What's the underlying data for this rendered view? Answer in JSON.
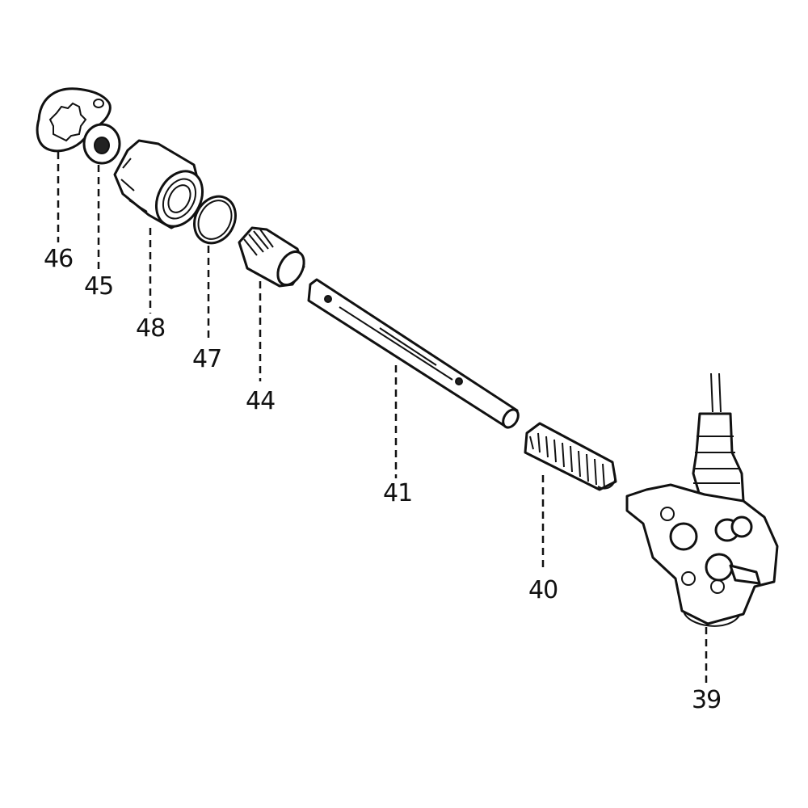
{
  "callouts": {
    "part_46": "46",
    "part_45": "45",
    "part_48": "48",
    "part_47": "47",
    "part_44": "44",
    "part_41": "41",
    "part_40": "40",
    "part_39": "39"
  },
  "colors": {
    "ink": "#111111",
    "paper": "#ffffff"
  }
}
